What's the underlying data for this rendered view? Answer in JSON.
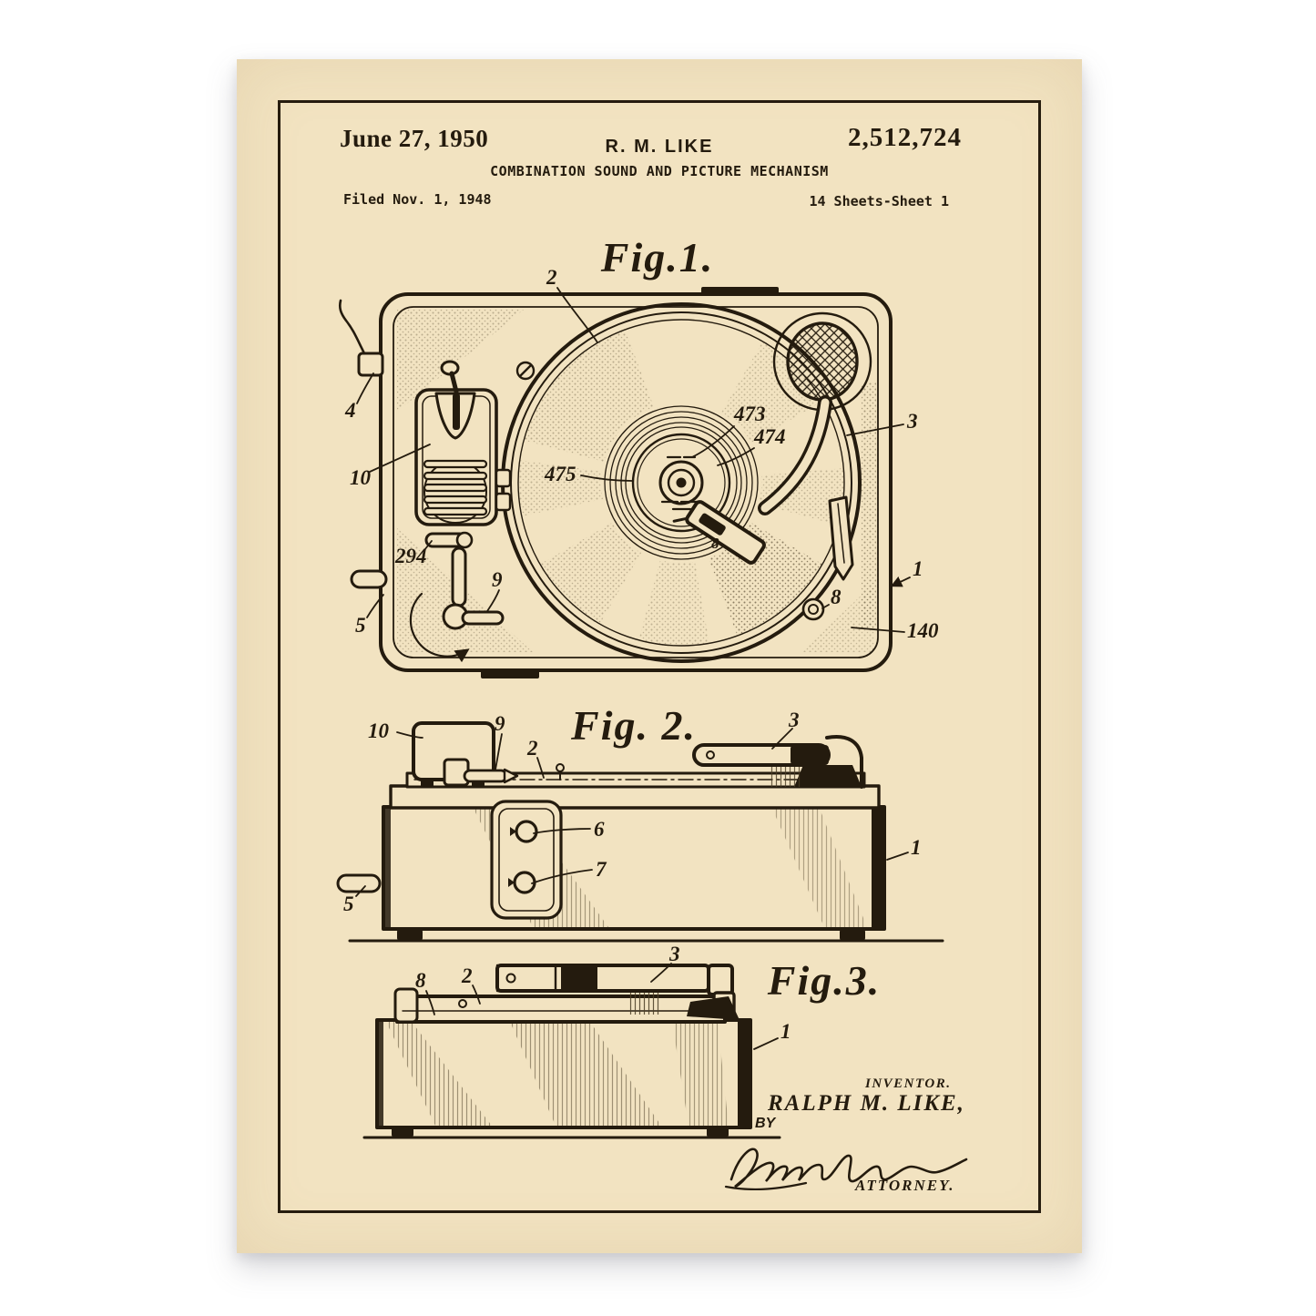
{
  "poster": {
    "paper_color": "#f2e3c1",
    "ink_color": "#241b0e",
    "header": {
      "date": "June 27, 1950",
      "applicant": "R. M. LIKE",
      "patent_number": "2,512,724",
      "title": "COMBINATION SOUND AND PICTURE MECHANISM",
      "filed": "Filed Nov. 1, 1948",
      "sheet_info": "14 Sheets-Sheet 1"
    },
    "figures": {
      "fig1": {
        "title": "Fig.1.",
        "labels": [
          "2",
          "4",
          "10",
          "294",
          "9",
          "5",
          "475",
          "473",
          "474",
          "3",
          "1",
          "8",
          "140",
          "8"
        ]
      },
      "fig2": {
        "title": "Fig. 2.",
        "labels": [
          "10",
          "9",
          "2",
          "3",
          "6",
          "7",
          "1",
          "5"
        ]
      },
      "fig3": {
        "title": "Fig.3.",
        "labels": [
          "8",
          "2",
          "3",
          "1"
        ]
      }
    },
    "footer": {
      "inventor_caption": "INVENTOR.",
      "inventor_name": "RALPH M. LIKE,",
      "by_label": "BY",
      "attorney_caption": "ATTORNEY."
    }
  }
}
